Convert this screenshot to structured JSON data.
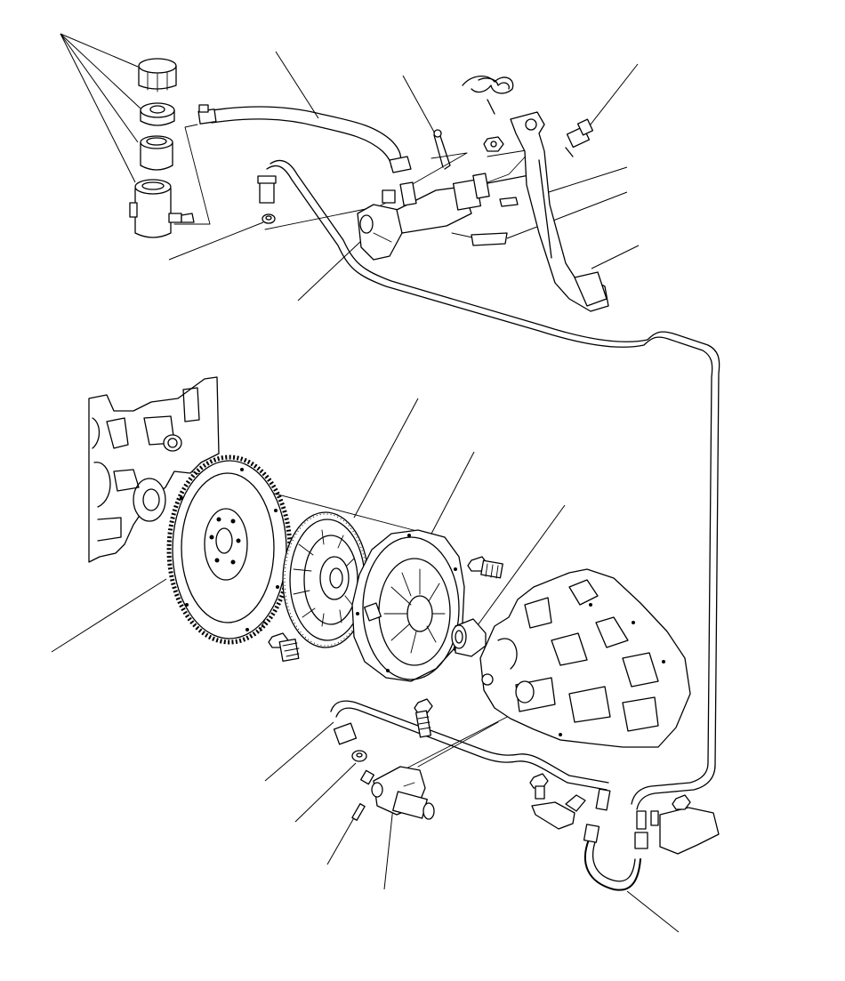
{
  "diagram": {
    "type": "exploded-parts-diagram",
    "colors": {
      "line": "#000000",
      "background": "#ffffff"
    },
    "parts": [
      "reservoir-cap",
      "reservoir-float",
      "reservoir-seal",
      "reservoir-tank",
      "reservoir-hose",
      "clip",
      "return-spring",
      "clutch-switch",
      "clutch-pedal",
      "master-cylinder",
      "sealing-washer",
      "clutch-line",
      "engine-block",
      "flywheel",
      "flywheel-bolt",
      "clutch-disc",
      "pressure-plate",
      "pressure-plate-bolt",
      "release-bearing",
      "transmission",
      "slave-cylinder",
      "bleeder",
      "clutch-hose",
      "bracket"
    ]
  }
}
